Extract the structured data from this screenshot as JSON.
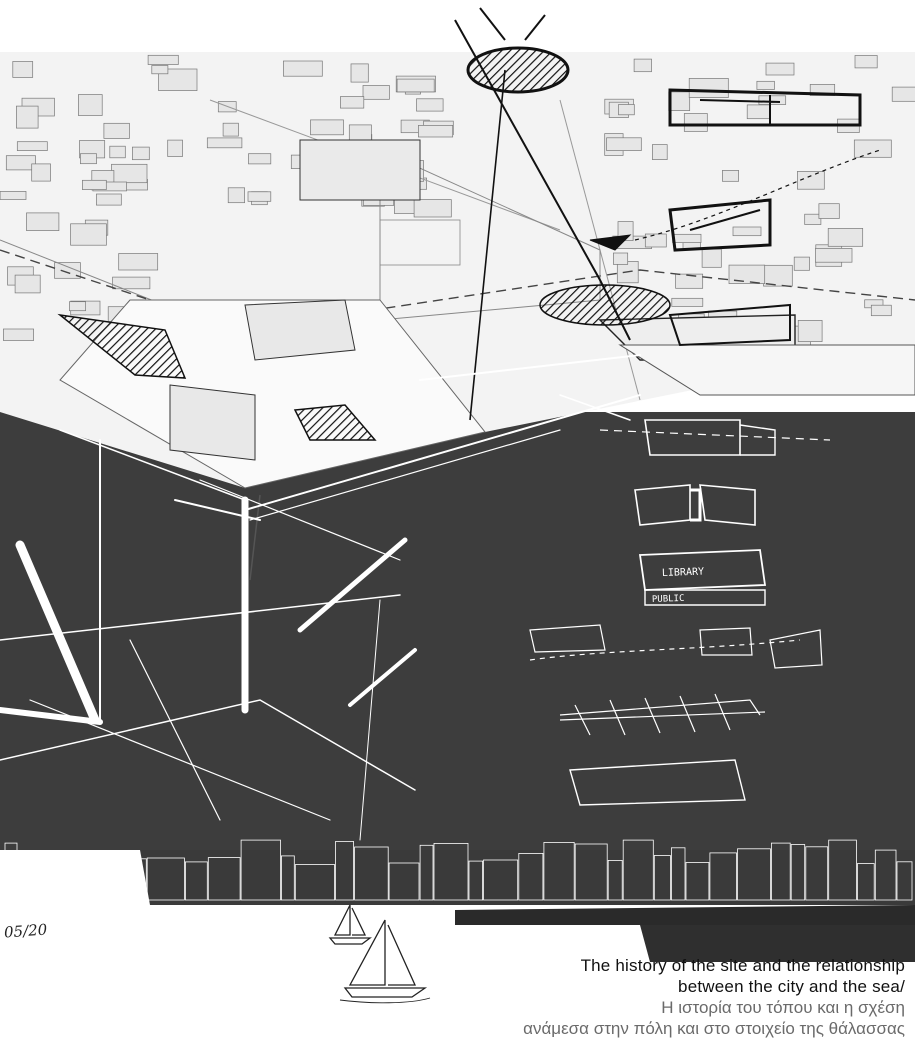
{
  "sheet": {
    "date_mark": "05/20",
    "caption": {
      "english_line_1": "The history of the site and the relationship",
      "english_line_2": "between the city and the sea/",
      "greek_line_1": "Η ιστορία του τόπου και η σχέση",
      "greek_line_2": "ανάμεσα στην πόλη και στο στοιχείο της θάλασσας"
    },
    "sketch_label_1": "LIBRARY",
    "sketch_label_2": "PUBLIC",
    "colors": {
      "sea": "#3d3d3d",
      "land": "#f3f3f3",
      "line_dark": "#1a1a1a",
      "line_light": "#ffffff",
      "building": "#e6e6e6"
    }
  }
}
